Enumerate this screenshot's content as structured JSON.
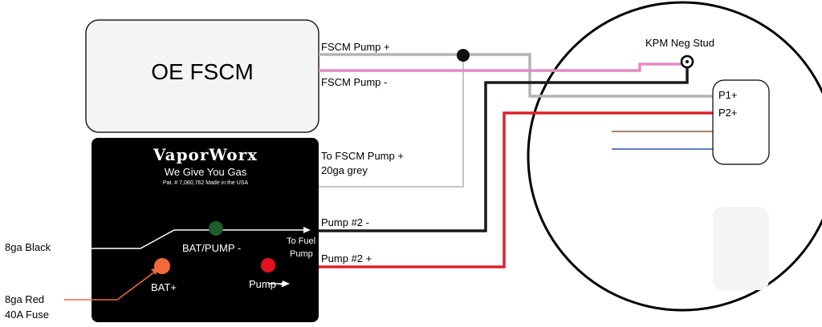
{
  "oe_fscm": {
    "title": "OE FSCM"
  },
  "vaporworx": {
    "brand": "VaporWorx",
    "tagline": "We Give You Gas",
    "patent": "Pat. # 7,060,762 Made in the USA",
    "terminals": {
      "bat_pump_neg": "BAT/PUMP -",
      "bat_pos": "BAT+",
      "pump_pos": "Pump +",
      "to_fuel_pump_line1": "To Fuel",
      "to_fuel_pump_line2": "Pump"
    }
  },
  "wire_labels": {
    "fscm_pump_pos": "FSCM Pump +",
    "fscm_pump_neg": "FSCM Pump -",
    "to_fscm_pump_pos_line1": "To FSCM Pump +",
    "to_fscm_pump_pos_line2": "20ga grey",
    "pump2_neg": "Pump #2 -",
    "pump2_pos": "Pump #2 +"
  },
  "inputs": {
    "black": "8ga Black",
    "red_line1": "8ga Red",
    "red_line2": "40A Fuse"
  },
  "tank": {
    "neg_stud": "KPM Neg Stud",
    "p1": "P1+",
    "p2": "P2+"
  },
  "colors": {
    "grey_wire": "#b3b3b3",
    "pink_wire": "#e58bc1",
    "black_wire": "#1a1a1a",
    "red_wire": "#e0202a",
    "brown_wire": "#8b5a3c",
    "blue_wire": "#2b4fb5",
    "module_bg": "#000000",
    "green_led": "#1e5c2e",
    "orange_led": "#f26a3a",
    "red_led": "#e5101e"
  }
}
